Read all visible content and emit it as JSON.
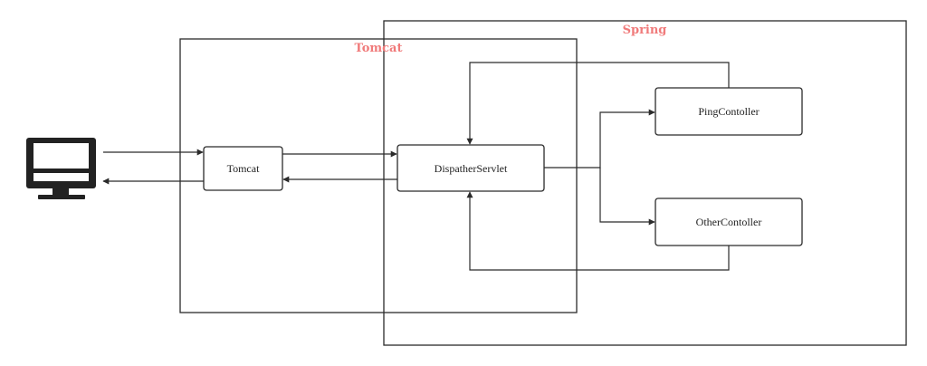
{
  "regions": {
    "tomcat": {
      "label": "Tomcat"
    },
    "spring": {
      "label": "Spring"
    }
  },
  "nodes": {
    "client": {
      "icon": "monitor-icon"
    },
    "tomcat": {
      "label": "Tomcat"
    },
    "dispatcher": {
      "label": "DispatherServlet"
    },
    "ping": {
      "label": "PingContoller"
    },
    "other": {
      "label": "OtherContoller"
    }
  },
  "colors": {
    "region_label": "#f07b7b",
    "stroke": "#2b2b2b",
    "icon": "#222222"
  }
}
